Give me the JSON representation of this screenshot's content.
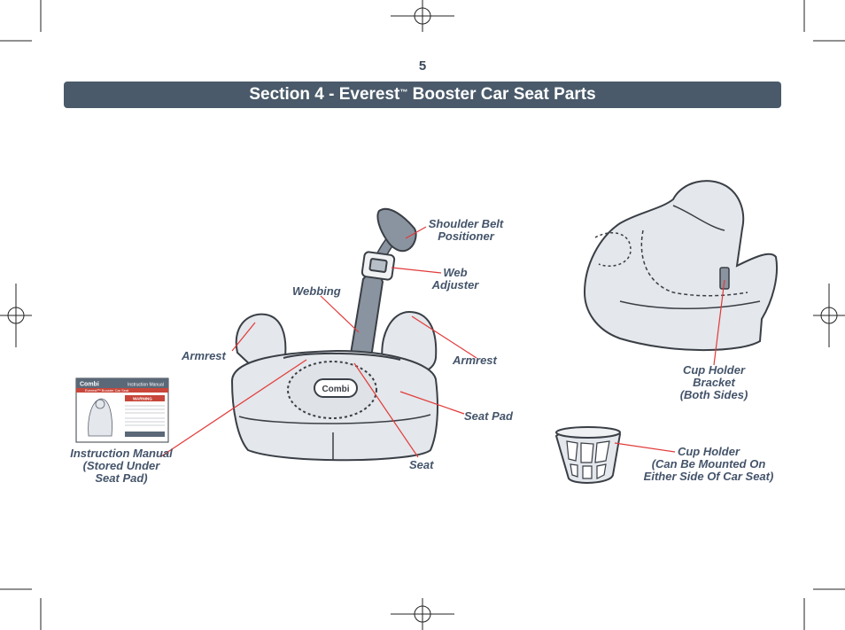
{
  "page_number": "5",
  "title": "Section 4 - Everest",
  "title_tm": "™",
  "title_suffix": " Booster Car Seat Parts",
  "labels": {
    "shoulder_belt_positioner": [
      "Shoulder Belt",
      "Positioner"
    ],
    "web_adjuster": [
      "Web",
      "Adjuster"
    ],
    "webbing": "Webbing",
    "armrest_left": "Armrest",
    "armrest_right": "Armrest",
    "seat_pad": "Seat Pad",
    "seat": "Seat",
    "instruction_manual": [
      "Instruction Manual",
      "(Stored Under",
      "Seat Pad)"
    ],
    "cup_holder_bracket": [
      "Cup Holder",
      "Bracket",
      "(Both Sides)"
    ],
    "cup_holder": [
      "Cup Holder",
      "(Can Be Mounted On",
      "Either Side Of Car Seat)"
    ]
  },
  "logo_text": "Combi",
  "manual_cover": {
    "header": "Instruction Manual",
    "subtitle": "Everest™ Booster Car Seat",
    "warning": "WARNING"
  },
  "colors": {
    "banner": "#4a5a6a",
    "label": "#44546a",
    "leader": "#e23a3a",
    "outline": "#3a3f46"
  }
}
